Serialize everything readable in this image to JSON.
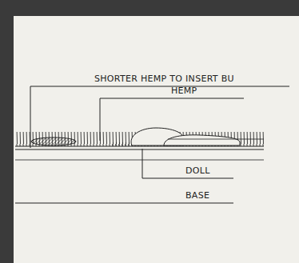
{
  "diagram": {
    "labels": [
      "SHORTER HEMP TO INSERT BU",
      "HEMP",
      "DOLL",
      "BASE"
    ]
  }
}
